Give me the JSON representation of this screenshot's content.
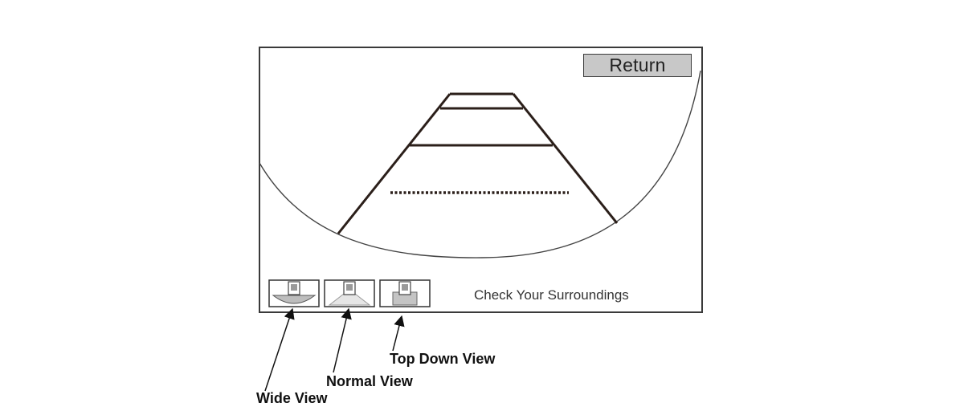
{
  "screen": {
    "return_label": "Return",
    "status_message": "Check Your Surroundings"
  },
  "view_buttons": [
    {
      "id": "wide",
      "icon": "wide-view-icon"
    },
    {
      "id": "normal",
      "icon": "normal-view-icon"
    },
    {
      "id": "top-down",
      "icon": "top-down-view-icon"
    }
  ],
  "callouts": {
    "wide": "Wide View",
    "normal": "Normal View",
    "top_down": "Top Down View"
  },
  "colors": {
    "frame": "#3a3a3a",
    "guide_lines": "#2b1f1a",
    "button_fill": "#c8c8c8"
  }
}
